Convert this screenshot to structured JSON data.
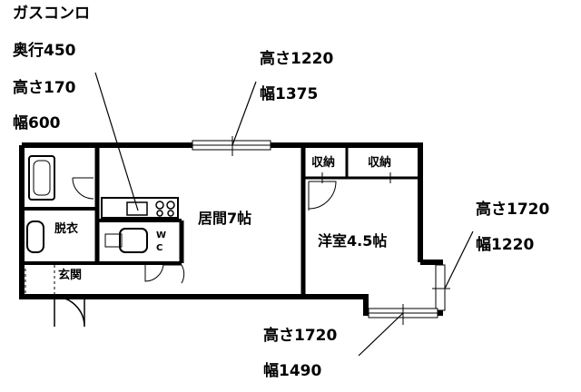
{
  "annotations": {
    "stove": {
      "name": "ガスコンロ",
      "depth": "奥行450",
      "height": "高さ170",
      "width": "幅600"
    },
    "top_window": {
      "height": "高さ1220",
      "width": "幅1375"
    },
    "right_window": {
      "height": "高さ1720",
      "width": "幅1220"
    },
    "bottom_window": {
      "height": "高さ1720",
      "width": "幅1490"
    }
  },
  "rooms": {
    "living": "居間7帖",
    "western": "洋室4.5帖",
    "storage_left": "収納",
    "storage_right": "収納",
    "dressing": "脱衣",
    "entrance": "玄関",
    "wc_w": "W",
    "wc_c": "C"
  }
}
